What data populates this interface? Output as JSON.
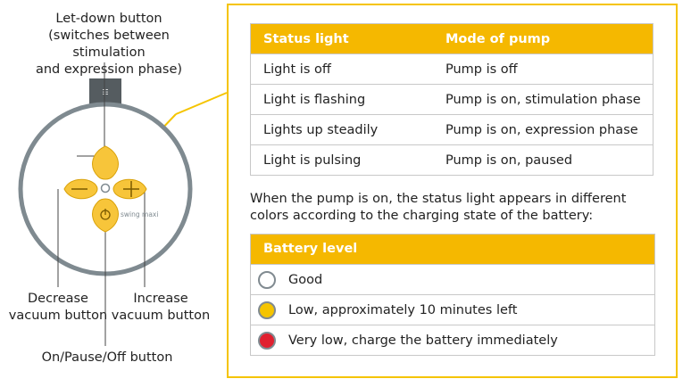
{
  "device": {
    "letdown_label": "Let-down button\n(switches between stimulation\nand expression phase)",
    "decrease_label": "Decrease\nvacuum button",
    "increase_label": "Increase\nvacuum button",
    "power_label": "On/Pause/Off button",
    "brand": "swing maxi"
  },
  "status_table": {
    "headers": [
      "Status light",
      "Mode of pump"
    ],
    "rows": [
      [
        "Light is off",
        "Pump is off"
      ],
      [
        "Light is flashing",
        "Pump is on, stimulation phase"
      ],
      [
        "Lights up steadily",
        "Pump is on, expression phase"
      ],
      [
        "Light is pulsing",
        "Pump is on, paused"
      ]
    ]
  },
  "note": "When the pump is on, the status light appears in different colors according to the charging state of the battery:",
  "battery": {
    "header": "Battery level",
    "rows": [
      {
        "label": "Good",
        "color": "#ffffff"
      },
      {
        "label": "Low, approximately 10 minutes left",
        "color": "#f5c400"
      },
      {
        "label": "Very low, charge the battery immediately",
        "color": "#e0202f"
      }
    ]
  },
  "colors": {
    "accent": "#f5b800",
    "ring": "#7f8a90",
    "button": "#f7c53a"
  }
}
